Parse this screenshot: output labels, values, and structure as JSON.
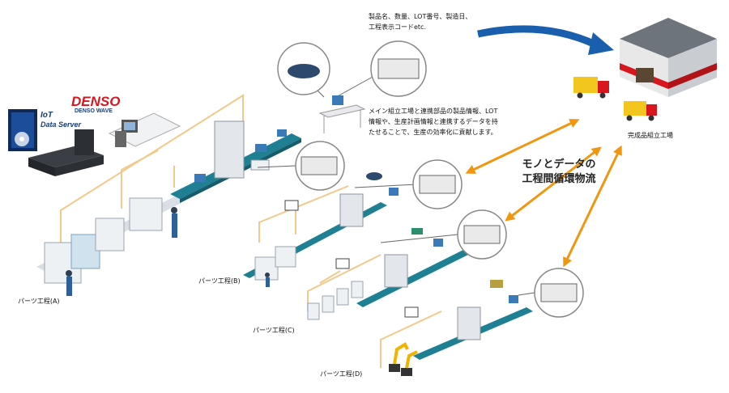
{
  "brand": {
    "company": "DENSO",
    "subbrand": "DENSO WAVE"
  },
  "product": {
    "line1": "IoT",
    "line2": "Data Server"
  },
  "annotations": {
    "data_fields": [
      "製品名、数量、LOT番号、製造日、",
      "工程表示コードetc."
    ],
    "description": [
      "メイン組立工場と連携部品の製品情報、LOT",
      "情報や、生産計画情報と連携するデータを持",
      "たせることで、生産の効率化に貢献します。"
    ],
    "flow_title": [
      "モノとデータの",
      "工程間循環物流"
    ]
  },
  "labels": {
    "factory": "完成品組立工場",
    "process_a": "パーツ工程(A)",
    "process_b": "パーツ工程(B)",
    "process_c": "パーツ工程(C)",
    "process_d": "パーツ工程(D)"
  },
  "colors": {
    "conveyor": "#1f7f93",
    "arrow_blue": "#1a5fae",
    "arrow_orange": "#f0960f",
    "network_line": "#f2c98a",
    "brand_red": "#d8161d"
  },
  "icons": [
    "data-server-box-icon",
    "industrial-pc-icon",
    "monitor-icon",
    "truck-icon",
    "warehouse-icon",
    "label-tag-icon",
    "robot-arm-icon",
    "worker-icon"
  ]
}
